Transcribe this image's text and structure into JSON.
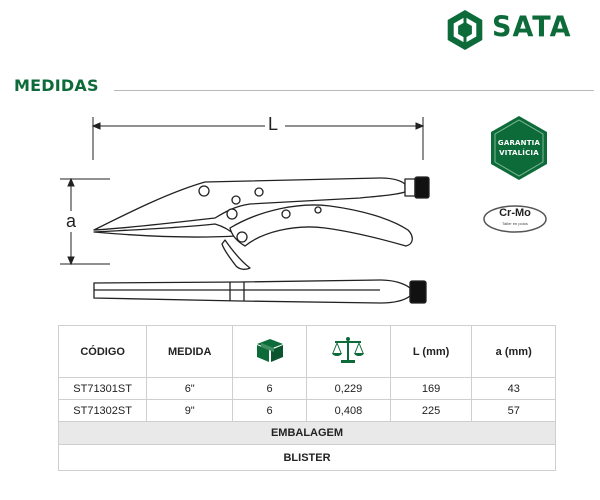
{
  "brand": {
    "name": "SATA",
    "logo_color": "#0d6b3a"
  },
  "section": {
    "title": "MEDIDAS"
  },
  "drawing": {
    "length_label": "L",
    "height_label": "a"
  },
  "badges": {
    "warranty": {
      "line1": "GARANTIA",
      "line2": "VITALÍCIA",
      "color": "#0d6b3a"
    },
    "material": {
      "title": "Cr-Mo",
      "subtitle": "Taller en polos"
    }
  },
  "table": {
    "headers": {
      "code": "CÓDIGO",
      "size": "MEDIDA",
      "qty_icon": "box-icon",
      "weight_icon": "scale-icon",
      "length": "L (mm)",
      "height": "a (mm)"
    },
    "rows": [
      {
        "code": "ST71301ST",
        "size": "6\"",
        "qty": "6",
        "weight": "0,229",
        "length": "169",
        "height": "43"
      },
      {
        "code": "ST71302ST",
        "size": "9\"",
        "qty": "6",
        "weight": "0,408",
        "length": "225",
        "height": "57"
      }
    ],
    "packaging_label": "EMBALAGEM",
    "packaging_value": "BLISTER"
  }
}
